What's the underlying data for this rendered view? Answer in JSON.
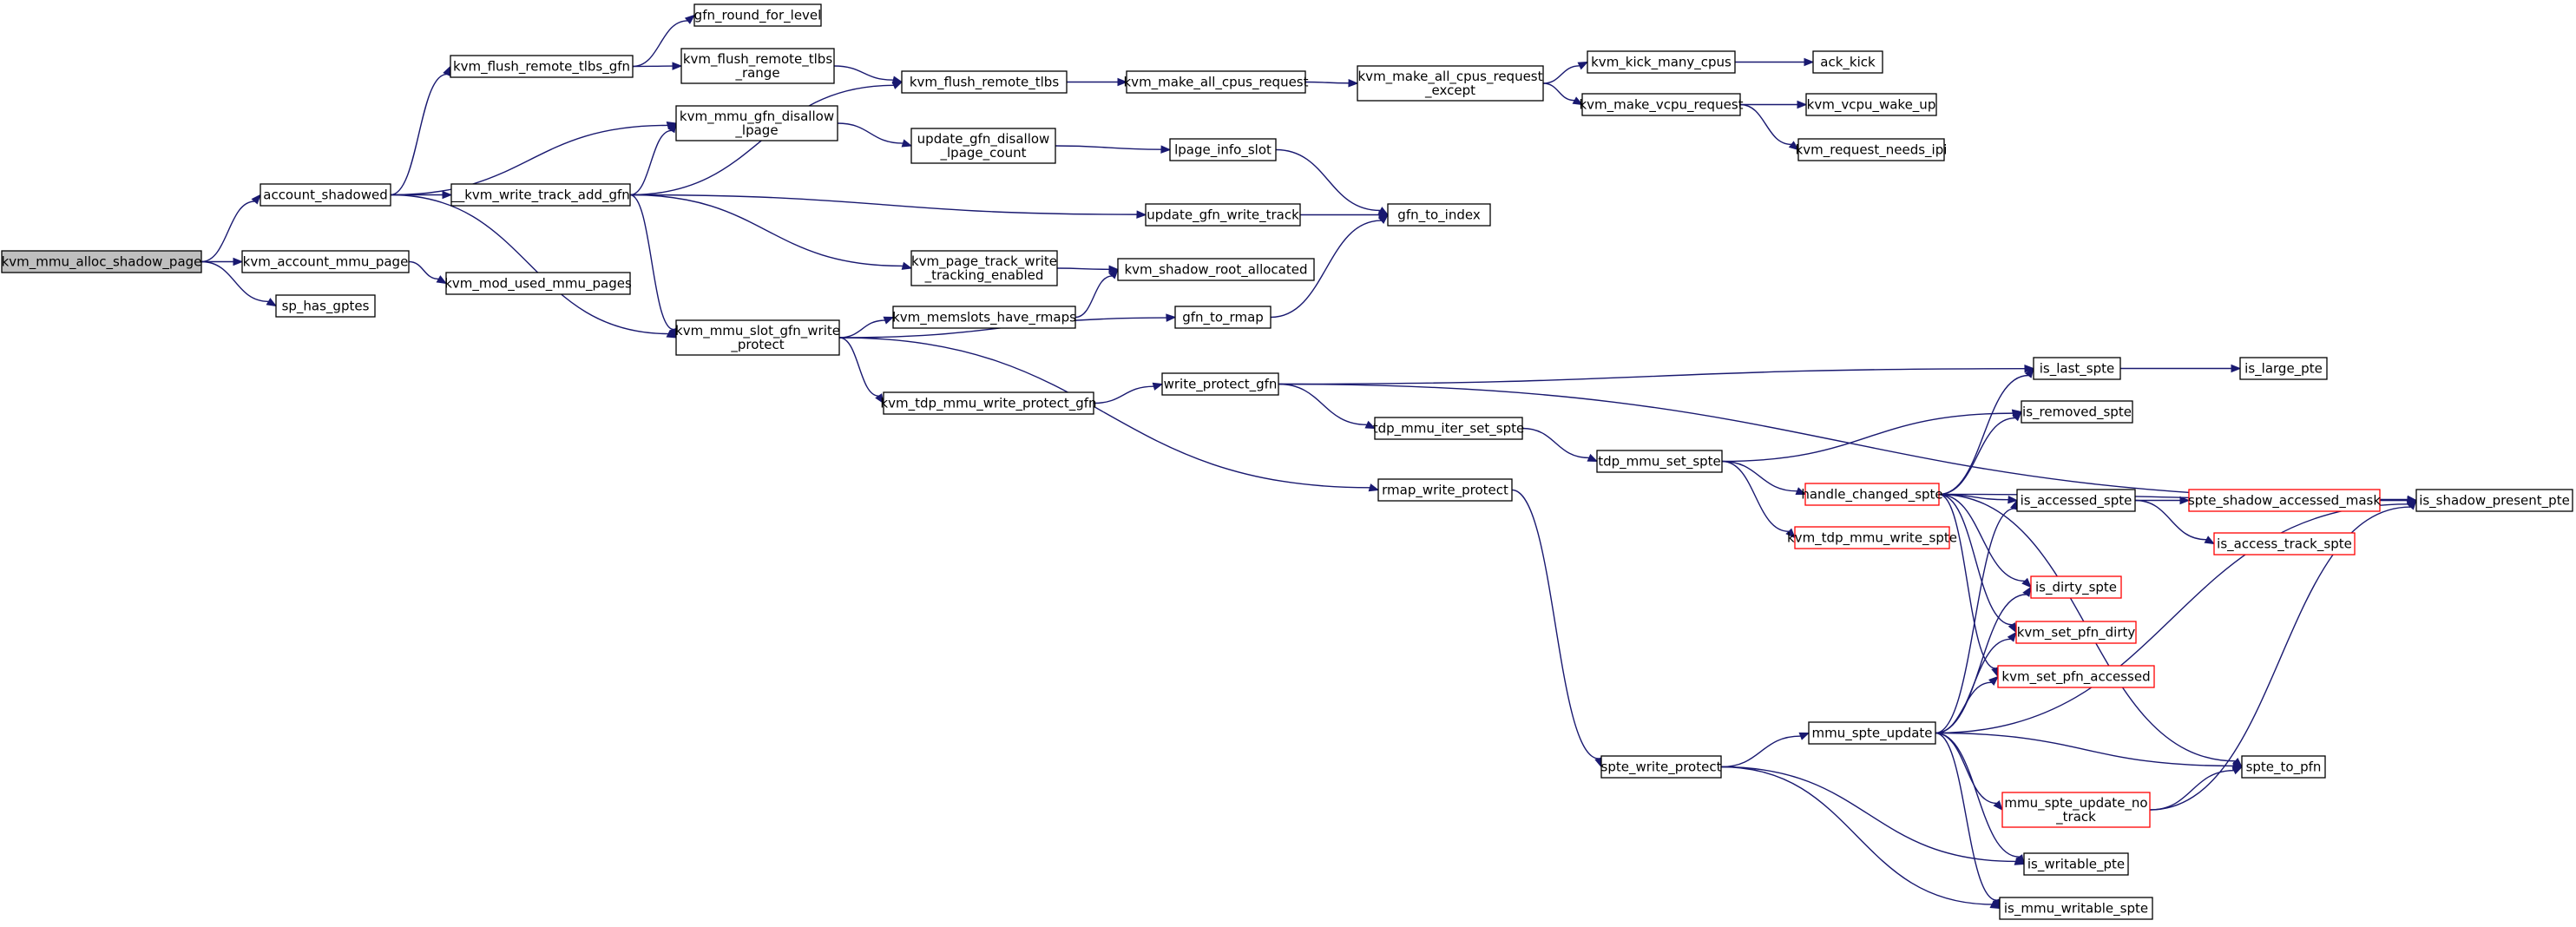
{
  "graph": {
    "colors": {
      "edge": "#191970",
      "node_border": "#000000",
      "node_fill": "#ffffff",
      "root_fill": "#bfbfbf",
      "undocumented_border": "#ff0000"
    },
    "nodes": [
      {
        "id": "kvm_mmu_alloc_shadow_page",
        "lines": [
          "kvm_mmu_alloc_shadow_page"
        ],
        "style": "root"
      },
      {
        "id": "account_shadowed",
        "lines": [
          "account_shadowed"
        ],
        "style": "normal"
      },
      {
        "id": "kvm_account_mmu_page",
        "lines": [
          "kvm_account_mmu_page"
        ],
        "style": "normal"
      },
      {
        "id": "sp_has_gptes",
        "lines": [
          "sp_has_gptes"
        ],
        "style": "normal"
      },
      {
        "id": "kvm_mod_used_mmu_pages",
        "lines": [
          "kvm_mod_used_mmu_pages"
        ],
        "style": "normal"
      },
      {
        "id": "kvm_flush_remote_tlbs_gfn",
        "lines": [
          "kvm_flush_remote_tlbs_gfn"
        ],
        "style": "normal"
      },
      {
        "id": "kvm_mmu_gfn_disallow_lpage",
        "lines": [
          "kvm_mmu_gfn_disallow",
          "_lpage"
        ],
        "style": "normal"
      },
      {
        "id": "__kvm_write_track_add_gfn",
        "lines": [
          "__kvm_write_track_add_gfn"
        ],
        "style": "normal"
      },
      {
        "id": "kvm_mmu_slot_gfn_write_protect",
        "lines": [
          "kvm_mmu_slot_gfn_write",
          "_protect"
        ],
        "style": "normal"
      },
      {
        "id": "gfn_round_for_level",
        "lines": [
          "gfn_round_for_level"
        ],
        "style": "normal"
      },
      {
        "id": "kvm_flush_remote_tlbs_range",
        "lines": [
          "kvm_flush_remote_tlbs",
          "_range"
        ],
        "style": "normal"
      },
      {
        "id": "kvm_flush_remote_tlbs",
        "lines": [
          "kvm_flush_remote_tlbs"
        ],
        "style": "normal"
      },
      {
        "id": "update_gfn_disallow_lpage_count",
        "lines": [
          "update_gfn_disallow",
          "_lpage_count"
        ],
        "style": "normal"
      },
      {
        "id": "update_gfn_write_track",
        "lines": [
          "update_gfn_write_track"
        ],
        "style": "normal"
      },
      {
        "id": "kvm_page_track_write_tracking_enabled",
        "lines": [
          "kvm_page_track_write",
          "_tracking_enabled"
        ],
        "style": "normal"
      },
      {
        "id": "kvm_memslots_have_rmaps",
        "lines": [
          "kvm_memslots_have_rmaps"
        ],
        "style": "normal"
      },
      {
        "id": "gfn_to_rmap",
        "lines": [
          "gfn_to_rmap"
        ],
        "style": "normal"
      },
      {
        "id": "kvm_tdp_mmu_write_protect_gfn",
        "lines": [
          "kvm_tdp_mmu_write_protect_gfn"
        ],
        "style": "normal"
      },
      {
        "id": "rmap_write_protect",
        "lines": [
          "rmap_write_protect"
        ],
        "style": "normal"
      },
      {
        "id": "kvm_make_all_cpus_request",
        "lines": [
          "kvm_make_all_cpus_request"
        ],
        "style": "normal"
      },
      {
        "id": "kvm_make_all_cpus_request_except",
        "lines": [
          "kvm_make_all_cpus_request",
          "_except"
        ],
        "style": "normal"
      },
      {
        "id": "kvm_kick_many_cpus",
        "lines": [
          "kvm_kick_many_cpus"
        ],
        "style": "normal"
      },
      {
        "id": "ack_kick",
        "lines": [
          "ack_kick"
        ],
        "style": "normal"
      },
      {
        "id": "kvm_make_vcpu_request",
        "lines": [
          "kvm_make_vcpu_request"
        ],
        "style": "normal"
      },
      {
        "id": "kvm_vcpu_wake_up",
        "lines": [
          "kvm_vcpu_wake_up"
        ],
        "style": "normal"
      },
      {
        "id": "kvm_request_needs_ipi",
        "lines": [
          "kvm_request_needs_ipi"
        ],
        "style": "normal"
      },
      {
        "id": "lpage_info_slot",
        "lines": [
          "lpage_info_slot"
        ],
        "style": "normal"
      },
      {
        "id": "gfn_to_index",
        "lines": [
          "gfn_to_index"
        ],
        "style": "normal"
      },
      {
        "id": "kvm_shadow_root_allocated",
        "lines": [
          "kvm_shadow_root_allocated"
        ],
        "style": "normal"
      },
      {
        "id": "write_protect_gfn",
        "lines": [
          "write_protect_gfn"
        ],
        "style": "normal"
      },
      {
        "id": "tdp_mmu_iter_set_spte",
        "lines": [
          "tdp_mmu_iter_set_spte"
        ],
        "style": "normal"
      },
      {
        "id": "tdp_mmu_set_spte",
        "lines": [
          "tdp_mmu_set_spte"
        ],
        "style": "normal"
      },
      {
        "id": "handle_changed_spte",
        "lines": [
          "handle_changed_spte"
        ],
        "style": "undocumented"
      },
      {
        "id": "kvm_tdp_mmu_write_spte",
        "lines": [
          "kvm_tdp_mmu_write_spte"
        ],
        "style": "undocumented"
      },
      {
        "id": "is_last_spte",
        "lines": [
          "is_last_spte"
        ],
        "style": "normal"
      },
      {
        "id": "is_large_pte",
        "lines": [
          "is_large_pte"
        ],
        "style": "normal"
      },
      {
        "id": "is_removed_spte",
        "lines": [
          "is_removed_spte"
        ],
        "style": "normal"
      },
      {
        "id": "is_accessed_spte",
        "lines": [
          "is_accessed_spte"
        ],
        "style": "normal"
      },
      {
        "id": "spte_shadow_accessed_mask",
        "lines": [
          "spte_shadow_accessed_mask"
        ],
        "style": "undocumented"
      },
      {
        "id": "is_access_track_spte",
        "lines": [
          "is_access_track_spte"
        ],
        "style": "undocumented"
      },
      {
        "id": "is_shadow_present_pte",
        "lines": [
          "is_shadow_present_pte"
        ],
        "style": "normal"
      },
      {
        "id": "is_dirty_spte",
        "lines": [
          "is_dirty_spte"
        ],
        "style": "undocumented"
      },
      {
        "id": "kvm_set_pfn_dirty",
        "lines": [
          "kvm_set_pfn_dirty"
        ],
        "style": "undocumented"
      },
      {
        "id": "kvm_set_pfn_accessed",
        "lines": [
          "kvm_set_pfn_accessed"
        ],
        "style": "undocumented"
      },
      {
        "id": "mmu_spte_update",
        "lines": [
          "mmu_spte_update"
        ],
        "style": "normal"
      },
      {
        "id": "spte_write_protect",
        "lines": [
          "spte_write_protect"
        ],
        "style": "normal"
      },
      {
        "id": "spte_to_pfn",
        "lines": [
          "spte_to_pfn"
        ],
        "style": "normal"
      },
      {
        "id": "mmu_spte_update_no_track",
        "lines": [
          "mmu_spte_update_no",
          "_track"
        ],
        "style": "undocumented"
      },
      {
        "id": "is_writable_pte",
        "lines": [
          "is_writable_pte"
        ],
        "style": "normal"
      },
      {
        "id": "is_mmu_writable_spte",
        "lines": [
          "is_mmu_writable_spte"
        ],
        "style": "normal"
      }
    ],
    "edges": [
      [
        "kvm_mmu_alloc_shadow_page",
        "account_shadowed"
      ],
      [
        "kvm_mmu_alloc_shadow_page",
        "kvm_account_mmu_page"
      ],
      [
        "kvm_mmu_alloc_shadow_page",
        "sp_has_gptes"
      ],
      [
        "kvm_account_mmu_page",
        "kvm_mod_used_mmu_pages"
      ],
      [
        "account_shadowed",
        "kvm_flush_remote_tlbs_gfn"
      ],
      [
        "account_shadowed",
        "kvm_mmu_gfn_disallow_lpage"
      ],
      [
        "account_shadowed",
        "__kvm_write_track_add_gfn"
      ],
      [
        "account_shadowed",
        "kvm_mmu_slot_gfn_write_protect"
      ],
      [
        "kvm_flush_remote_tlbs_gfn",
        "gfn_round_for_level"
      ],
      [
        "kvm_flush_remote_tlbs_gfn",
        "kvm_flush_remote_tlbs_range"
      ],
      [
        "kvm_flush_remote_tlbs_range",
        "kvm_flush_remote_tlbs"
      ],
      [
        "kvm_flush_remote_tlbs",
        "kvm_make_all_cpus_request"
      ],
      [
        "kvm_make_all_cpus_request",
        "kvm_make_all_cpus_request_except"
      ],
      [
        "kvm_make_all_cpus_request_except",
        "kvm_kick_many_cpus"
      ],
      [
        "kvm_make_all_cpus_request_except",
        "kvm_make_vcpu_request"
      ],
      [
        "kvm_kick_many_cpus",
        "ack_kick"
      ],
      [
        "kvm_make_vcpu_request",
        "kvm_vcpu_wake_up"
      ],
      [
        "kvm_make_vcpu_request",
        "kvm_request_needs_ipi"
      ],
      [
        "kvm_mmu_gfn_disallow_lpage",
        "update_gfn_disallow_lpage_count"
      ],
      [
        "update_gfn_disallow_lpage_count",
        "lpage_info_slot"
      ],
      [
        "lpage_info_slot",
        "gfn_to_index"
      ],
      [
        "__kvm_write_track_add_gfn",
        "kvm_flush_remote_tlbs"
      ],
      [
        "__kvm_write_track_add_gfn",
        "kvm_mmu_gfn_disallow_lpage"
      ],
      [
        "__kvm_write_track_add_gfn",
        "update_gfn_write_track"
      ],
      [
        "__kvm_write_track_add_gfn",
        "kvm_page_track_write_tracking_enabled"
      ],
      [
        "__kvm_write_track_add_gfn",
        "kvm_mmu_slot_gfn_write_protect"
      ],
      [
        "update_gfn_write_track",
        "gfn_to_index"
      ],
      [
        "kvm_page_track_write_tracking_enabled",
        "kvm_shadow_root_allocated"
      ],
      [
        "kvm_mmu_slot_gfn_write_protect",
        "kvm_memslots_have_rmaps"
      ],
      [
        "kvm_mmu_slot_gfn_write_protect",
        "gfn_to_rmap"
      ],
      [
        "kvm_mmu_slot_gfn_write_protect",
        "kvm_tdp_mmu_write_protect_gfn"
      ],
      [
        "kvm_mmu_slot_gfn_write_protect",
        "rmap_write_protect"
      ],
      [
        "kvm_memslots_have_rmaps",
        "kvm_shadow_root_allocated"
      ],
      [
        "gfn_to_rmap",
        "gfn_to_index"
      ],
      [
        "kvm_tdp_mmu_write_protect_gfn",
        "write_protect_gfn"
      ],
      [
        "write_protect_gfn",
        "is_shadow_present_pte"
      ],
      [
        "write_protect_gfn",
        "is_last_spte"
      ],
      [
        "write_protect_gfn",
        "tdp_mmu_iter_set_spte"
      ],
      [
        "tdp_mmu_iter_set_spte",
        "tdp_mmu_set_spte"
      ],
      [
        "tdp_mmu_set_spte",
        "is_removed_spte"
      ],
      [
        "tdp_mmu_set_spte",
        "handle_changed_spte"
      ],
      [
        "tdp_mmu_set_spte",
        "kvm_tdp_mmu_write_spte"
      ],
      [
        "is_last_spte",
        "is_large_pte"
      ],
      [
        "handle_changed_spte",
        "is_last_spte"
      ],
      [
        "handle_changed_spte",
        "is_removed_spte"
      ],
      [
        "handle_changed_spte",
        "is_shadow_present_pte"
      ],
      [
        "handle_changed_spte",
        "is_accessed_spte"
      ],
      [
        "handle_changed_spte",
        "is_dirty_spte"
      ],
      [
        "handle_changed_spte",
        "kvm_set_pfn_dirty"
      ],
      [
        "handle_changed_spte",
        "kvm_set_pfn_accessed"
      ],
      [
        "handle_changed_spte",
        "spte_to_pfn"
      ],
      [
        "is_accessed_spte",
        "spte_shadow_accessed_mask"
      ],
      [
        "is_accessed_spte",
        "is_access_track_spte"
      ],
      [
        "spte_shadow_accessed_mask",
        "is_shadow_present_pte"
      ],
      [
        "rmap_write_protect",
        "spte_write_protect"
      ],
      [
        "spte_write_protect",
        "mmu_spte_update"
      ],
      [
        "spte_write_protect",
        "is_writable_pte"
      ],
      [
        "spte_write_protect",
        "is_mmu_writable_spte"
      ],
      [
        "mmu_spte_update",
        "is_accessed_spte"
      ],
      [
        "mmu_spte_update",
        "is_dirty_spte"
      ],
      [
        "mmu_spte_update",
        "kvm_set_pfn_dirty"
      ],
      [
        "mmu_spte_update",
        "kvm_set_pfn_accessed"
      ],
      [
        "mmu_spte_update",
        "is_shadow_present_pte"
      ],
      [
        "mmu_spte_update",
        "spte_to_pfn"
      ],
      [
        "mmu_spte_update",
        "mmu_spte_update_no_track"
      ],
      [
        "mmu_spte_update",
        "is_writable_pte"
      ],
      [
        "mmu_spte_update",
        "is_mmu_writable_spte"
      ],
      [
        "mmu_spte_update_no_track",
        "spte_to_pfn"
      ],
      [
        "mmu_spte_update_no_track",
        "is_shadow_present_pte"
      ]
    ]
  }
}
